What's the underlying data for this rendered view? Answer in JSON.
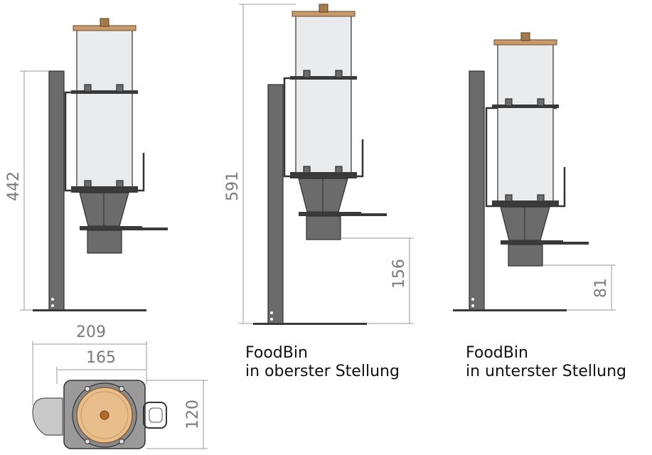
{
  "dimensions": {
    "left_height": "442",
    "middle_height": "591",
    "middle_offset": "156",
    "right_offset": "81",
    "top_width_outer": "209",
    "top_width_inner": "165",
    "top_depth": "120"
  },
  "captions": {
    "top_line1": "FoodBin",
    "top_line2": "in oberster Stellung",
    "bottom_line1": "FoodBin",
    "bottom_line2": "in unterster Stellung"
  }
}
